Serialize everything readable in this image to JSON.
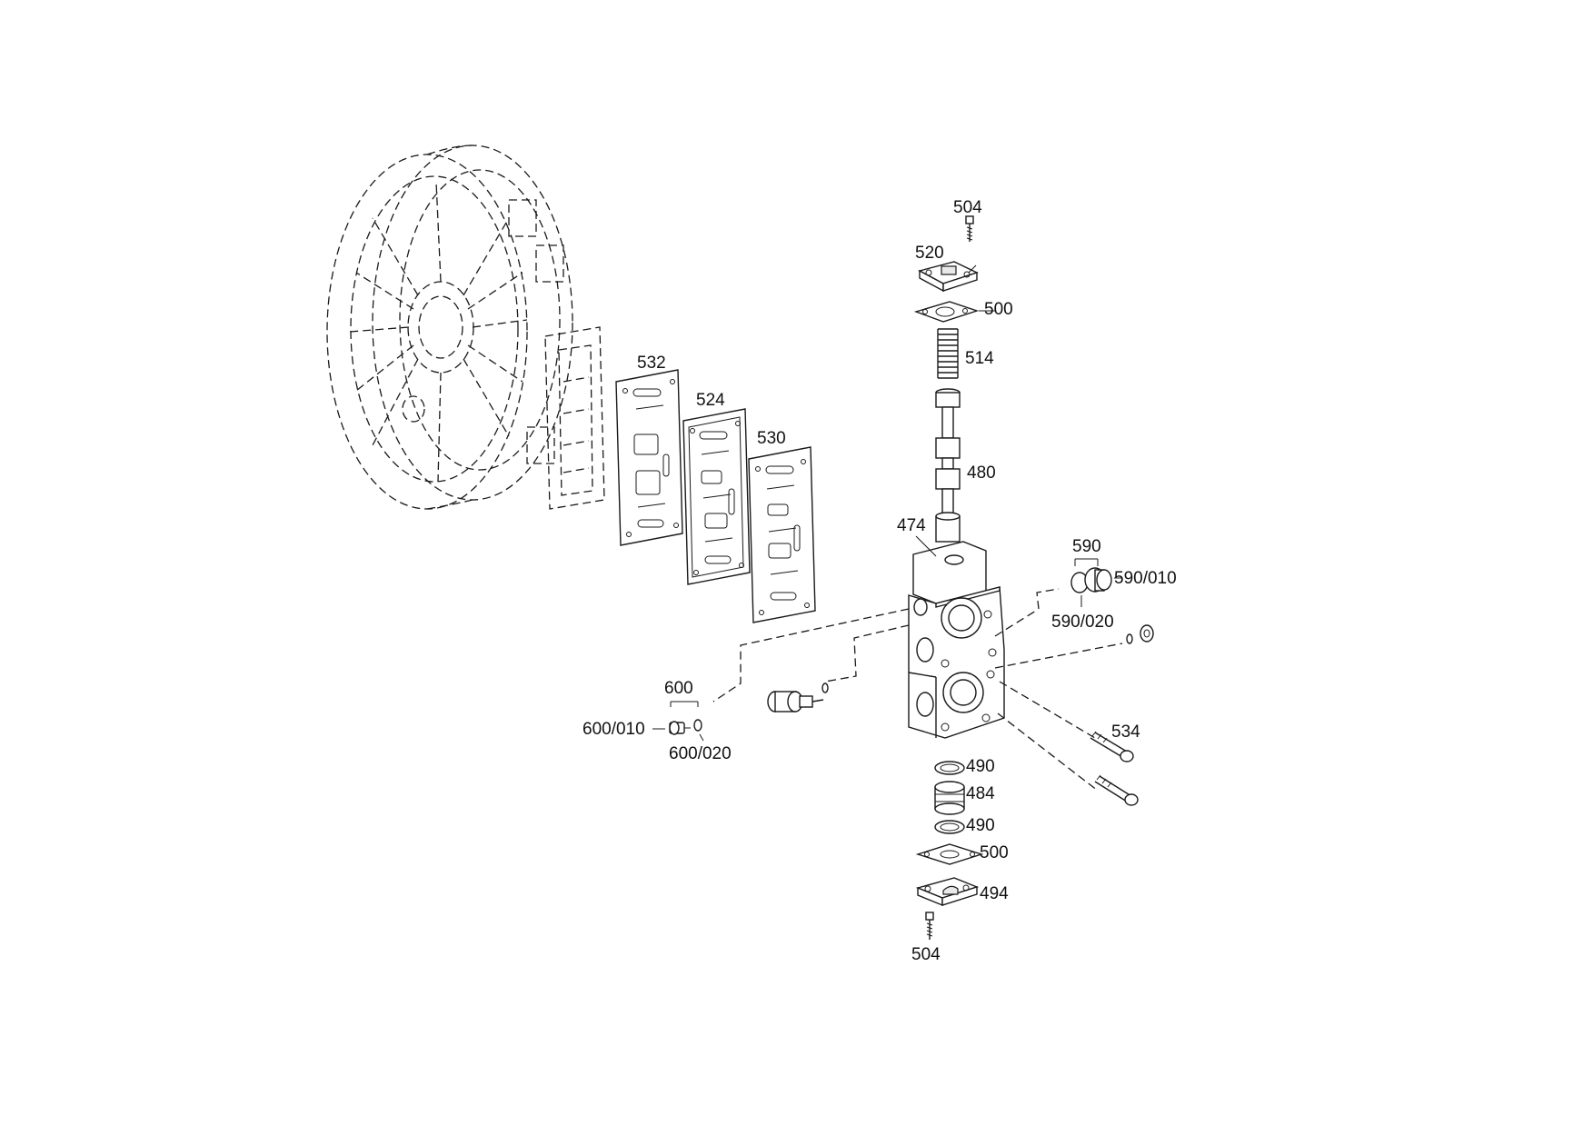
{
  "callouts": {
    "c504_top": "504",
    "c520": "520",
    "c500_top": "500",
    "c514": "514",
    "c480": "480",
    "c474": "474",
    "c532": "532",
    "c524": "524",
    "c530": "530",
    "c590": "590",
    "c590_010": "590/010",
    "c590_020": "590/020",
    "c600": "600",
    "c600_010": "600/010",
    "c600_020": "600/020",
    "c534": "534",
    "c490_top": "490",
    "c484": "484",
    "c490_bot": "490",
    "c500_bot": "500",
    "c494": "494",
    "c504_bot": "504"
  }
}
